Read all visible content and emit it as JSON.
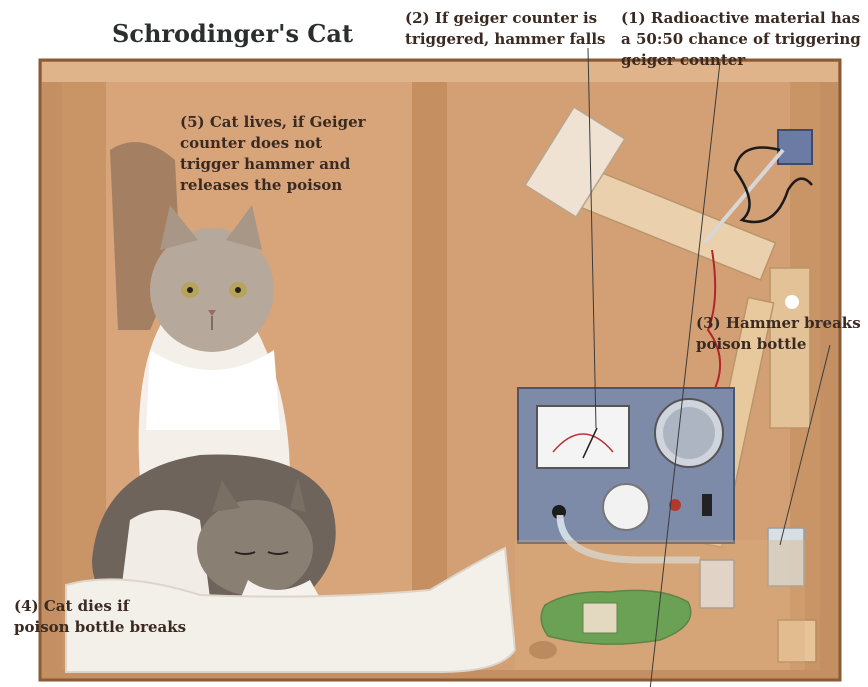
{
  "title": "Schrodinger's Cat",
  "labels": {
    "step1": {
      "line1": "(1) Radioactive material has",
      "line2": "a 50:50 chance of triggering",
      "line3": "geiger counter"
    },
    "step2": {
      "line1": "(2) If geiger counter is",
      "line2": "triggered, hammer falls"
    },
    "step3": {
      "line1": "(3) Hammer breaks",
      "line2": "poison bottle"
    },
    "step4": {
      "line1": "(4) Cat dies if",
      "line2": "poison bottle breaks"
    },
    "step5": {
      "line1": "(5) Cat lives, if Geiger",
      "line2": "counter does not",
      "line3": "trigger hammer and",
      "line4": "releases the poison"
    }
  },
  "colors": {
    "box_wood": "#c8956a",
    "panel_left": "#d9a47a",
    "panel_right": "#d4a076",
    "geiger_body": "#7d8aa6",
    "bottle_green": "#2e9a3e",
    "label_text": "#3a2a22"
  }
}
